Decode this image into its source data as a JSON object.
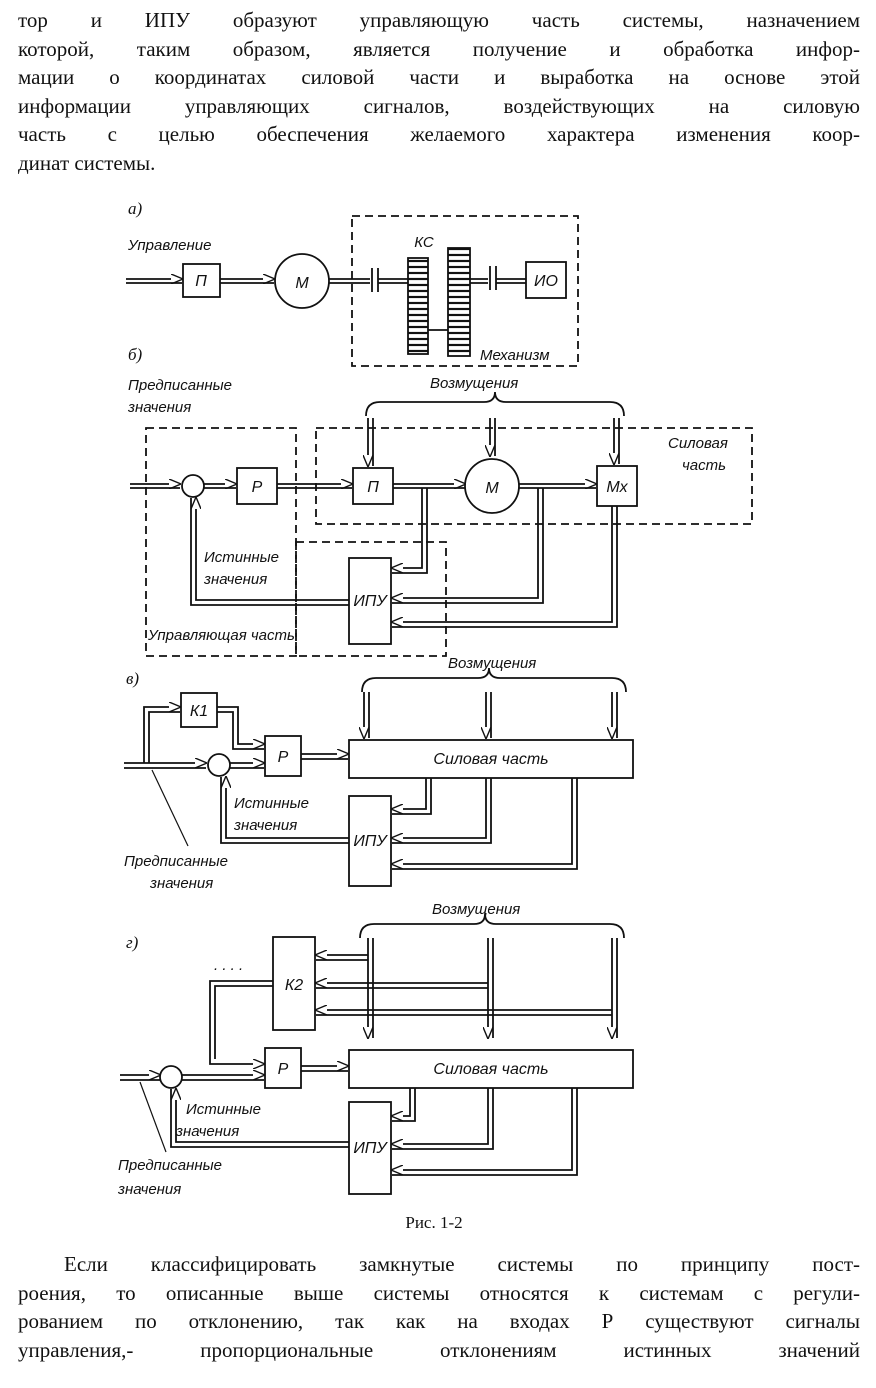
{
  "paragraph_top": [
    "тор и ИПУ образуют управляющую часть системы, назначением",
    "которой, таким образом, является получение и обработка инфор-",
    "мации о координатах силовой части и выработка на основе этой",
    "информации управляющих сигналов, воздействующих на силовую",
    "часть с целью обеспечения желаемого характера изменения коор-",
    "динат системы."
  ],
  "paragraph_bottom": [
    "Если классифицировать замкнутые системы по принципу пост-",
    "роения, то описанные выше системы относятся к системам с регули-",
    "рованием по отклонению, так как на входах Р существуют сигналы",
    "управления,- пропорциональные отклонениям истинных значений"
  ],
  "figure": {
    "caption": "Рис. 1-2",
    "a": {
      "sublabel": "а)",
      "input_label": "Управление",
      "blocks": {
        "p": "П",
        "m": "М",
        "ks": "КС",
        "io": "ИО"
      },
      "group_label": "Механизм"
    },
    "b": {
      "sublabel": "б)",
      "prescribed": [
        "Предписанные",
        "значения"
      ],
      "disturbances": "Возмущения",
      "power_part": [
        "Силовая",
        "часть"
      ],
      "true_values": [
        "Истинные",
        "значения"
      ],
      "control_part": "Управляющая часть",
      "blocks": {
        "r": "Р",
        "p": "П",
        "m": "М",
        "mx": "Мх",
        "ipu": "ИПУ"
      }
    },
    "v": {
      "sublabel": "в)",
      "disturbances": "Возмущения",
      "blocks": {
        "k1": "К1",
        "r": "Р",
        "power": "Силовая часть",
        "ipu": "ИПУ"
      },
      "true_values": [
        "Истинные",
        "значения"
      ],
      "prescribed": [
        "Предписанные",
        "значения"
      ]
    },
    "g": {
      "sublabel": "г)",
      "disturbances": "Возмущения",
      "dots": ". . . .",
      "blocks": {
        "k2": "К2",
        "r": "Р",
        "power": "Силовая часть",
        "ipu": "ИПУ"
      },
      "true_values": [
        "Истинные",
        "значения"
      ],
      "prescribed": [
        "Предписанные",
        "значения"
      ]
    }
  }
}
